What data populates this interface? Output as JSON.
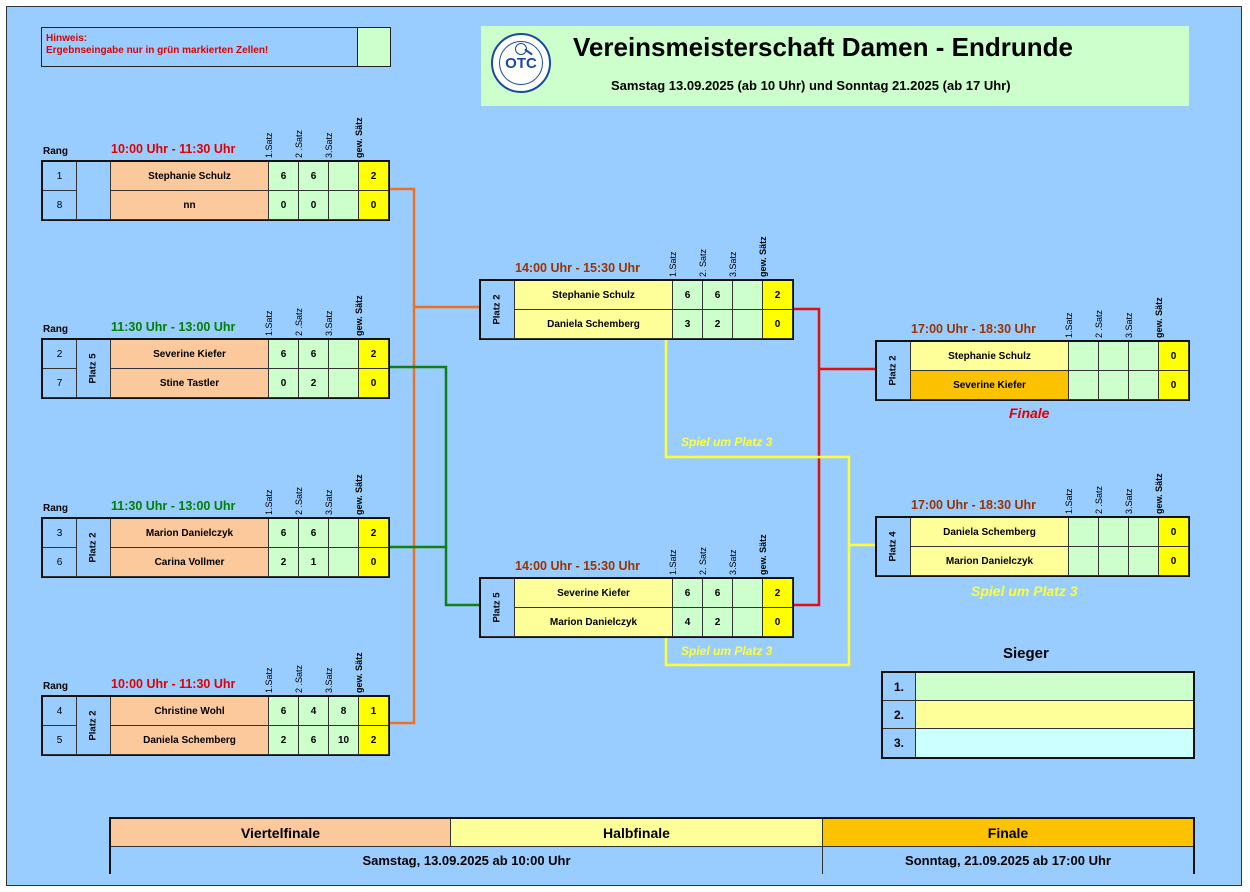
{
  "header": {
    "note_title": "Hinweis:",
    "note_text": "Ergebnseingabe nur in grün markierten Zellen!",
    "title": "Vereinsmeisterschaft Damen - Endrunde",
    "subtitle": "Samstag 13.09.2025 (ab 10 Uhr) und Sonntag 21.2025 (ab 17 Uhr)",
    "logo_text": "OTC"
  },
  "column_heads": [
    "1.Satz",
    "2 .Satz",
    "3.Satz",
    "gew. Sätz"
  ],
  "column_heads_alt": [
    "1.Satz",
    "2. Satz",
    "3.Satz",
    "gew. Sätz"
  ],
  "rang_label": "Rang",
  "quarterfinals": [
    {
      "time": "10:00 Uhr - 11:30 Uhr",
      "time_color": "#e00000",
      "platz": "",
      "players": [
        {
          "rang": "1",
          "name": "Stephanie Schulz",
          "s1": "6",
          "s2": "6",
          "s3": "",
          "won": "2"
        },
        {
          "rang": "8",
          "name": "nn",
          "s1": "0",
          "s2": "0",
          "s3": "",
          "won": "0"
        }
      ]
    },
    {
      "time": "11:30 Uhr - 13:00 Uhr",
      "time_color": "#008000",
      "platz": "Platz 5",
      "players": [
        {
          "rang": "2",
          "name": "Severine Kiefer",
          "s1": "6",
          "s2": "6",
          "s3": "",
          "won": "2"
        },
        {
          "rang": "7",
          "name": "Stine Tastler",
          "s1": "0",
          "s2": "2",
          "s3": "",
          "won": "0"
        }
      ]
    },
    {
      "time": "11:30 Uhr - 13:00 Uhr",
      "time_color": "#008000",
      "platz": "Platz 2",
      "players": [
        {
          "rang": "3",
          "name": "Marion Danielczyk",
          "s1": "6",
          "s2": "6",
          "s3": "",
          "won": "2"
        },
        {
          "rang": "6",
          "name": "Carina Vollmer",
          "s1": "2",
          "s2": "1",
          "s3": "",
          "won": "0"
        }
      ]
    },
    {
      "time": "10:00 Uhr - 11:30 Uhr",
      "time_color": "#e00000",
      "platz": "Platz 2",
      "players": [
        {
          "rang": "4",
          "name": "Christine Wohl",
          "s1": "6",
          "s2": "4",
          "s3": "8",
          "won": "1"
        },
        {
          "rang": "5",
          "name": "Daniela Schemberg",
          "s1": "2",
          "s2": "6",
          "s3": "10",
          "won": "2"
        }
      ]
    }
  ],
  "semifinals": [
    {
      "time": "14:00 Uhr - 15:30 Uhr",
      "platz": "Platz 2",
      "players": [
        {
          "name": "Stephanie Schulz",
          "s1": "6",
          "s2": "6",
          "s3": "",
          "won": "2"
        },
        {
          "name": "Daniela Schemberg",
          "s1": "3",
          "s2": "2",
          "s3": "",
          "won": "0"
        }
      ]
    },
    {
      "time": "14:00 Uhr - 15:30 Uhr",
      "platz": "Platz 5",
      "players": [
        {
          "name": "Severine Kiefer",
          "s1": "6",
          "s2": "6",
          "s3": "",
          "won": "2"
        },
        {
          "name": "Marion Danielczyk",
          "s1": "4",
          "s2": "2",
          "s3": "",
          "won": "0"
        }
      ]
    }
  ],
  "final": {
    "time": "17:00 Uhr - 18:30 Uhr",
    "platz": "Platz 2",
    "label": "Finale",
    "players": [
      {
        "name": "Stephanie Schulz",
        "s1": "",
        "s2": "",
        "s3": "",
        "won": "0"
      },
      {
        "name": "Severine Kiefer",
        "s1": "",
        "s2": "",
        "s3": "",
        "won": "0"
      }
    ]
  },
  "third_place": {
    "time": "17:00 Uhr - 18:30 Uhr",
    "platz": "Platz 4",
    "label": "Spiel um Platz 3",
    "players": [
      {
        "name": "Daniela Schemberg",
        "s1": "",
        "s2": "",
        "s3": "",
        "won": "0"
      },
      {
        "name": "Marion Danielczyk",
        "s1": "",
        "s2": "",
        "s3": "",
        "won": "0"
      }
    ]
  },
  "path_labels": {
    "third_upper": "Spiel um Platz 3",
    "third_lower": "Spiel um Platz 3"
  },
  "winners": {
    "title": "Sieger",
    "places": [
      "1.",
      "2.",
      "3."
    ],
    "values": [
      "",
      "",
      ""
    ]
  },
  "legend": {
    "rounds": [
      "Viertelfinale",
      "Halbfinale",
      "Finale"
    ],
    "dates": [
      "Samstag, 13.09.2025 ab 10:00 Uhr",
      "Sonntag, 21.09.2025 ab 17:00 Uhr"
    ]
  },
  "colors": {
    "background": "#99ccff",
    "green_input": "#ccffcc",
    "quarterfinal": "#fcc99d",
    "semifinal": "#ffff99",
    "final": "#fcc200",
    "won_sets": "#ffff00",
    "title_time": "#993300",
    "line_orange": "#f07020",
    "line_green": "#108010",
    "line_red": "#e01010",
    "line_yellow": "#ffff33",
    "finale_label": "#e00000",
    "third_label": "#ffff33"
  }
}
